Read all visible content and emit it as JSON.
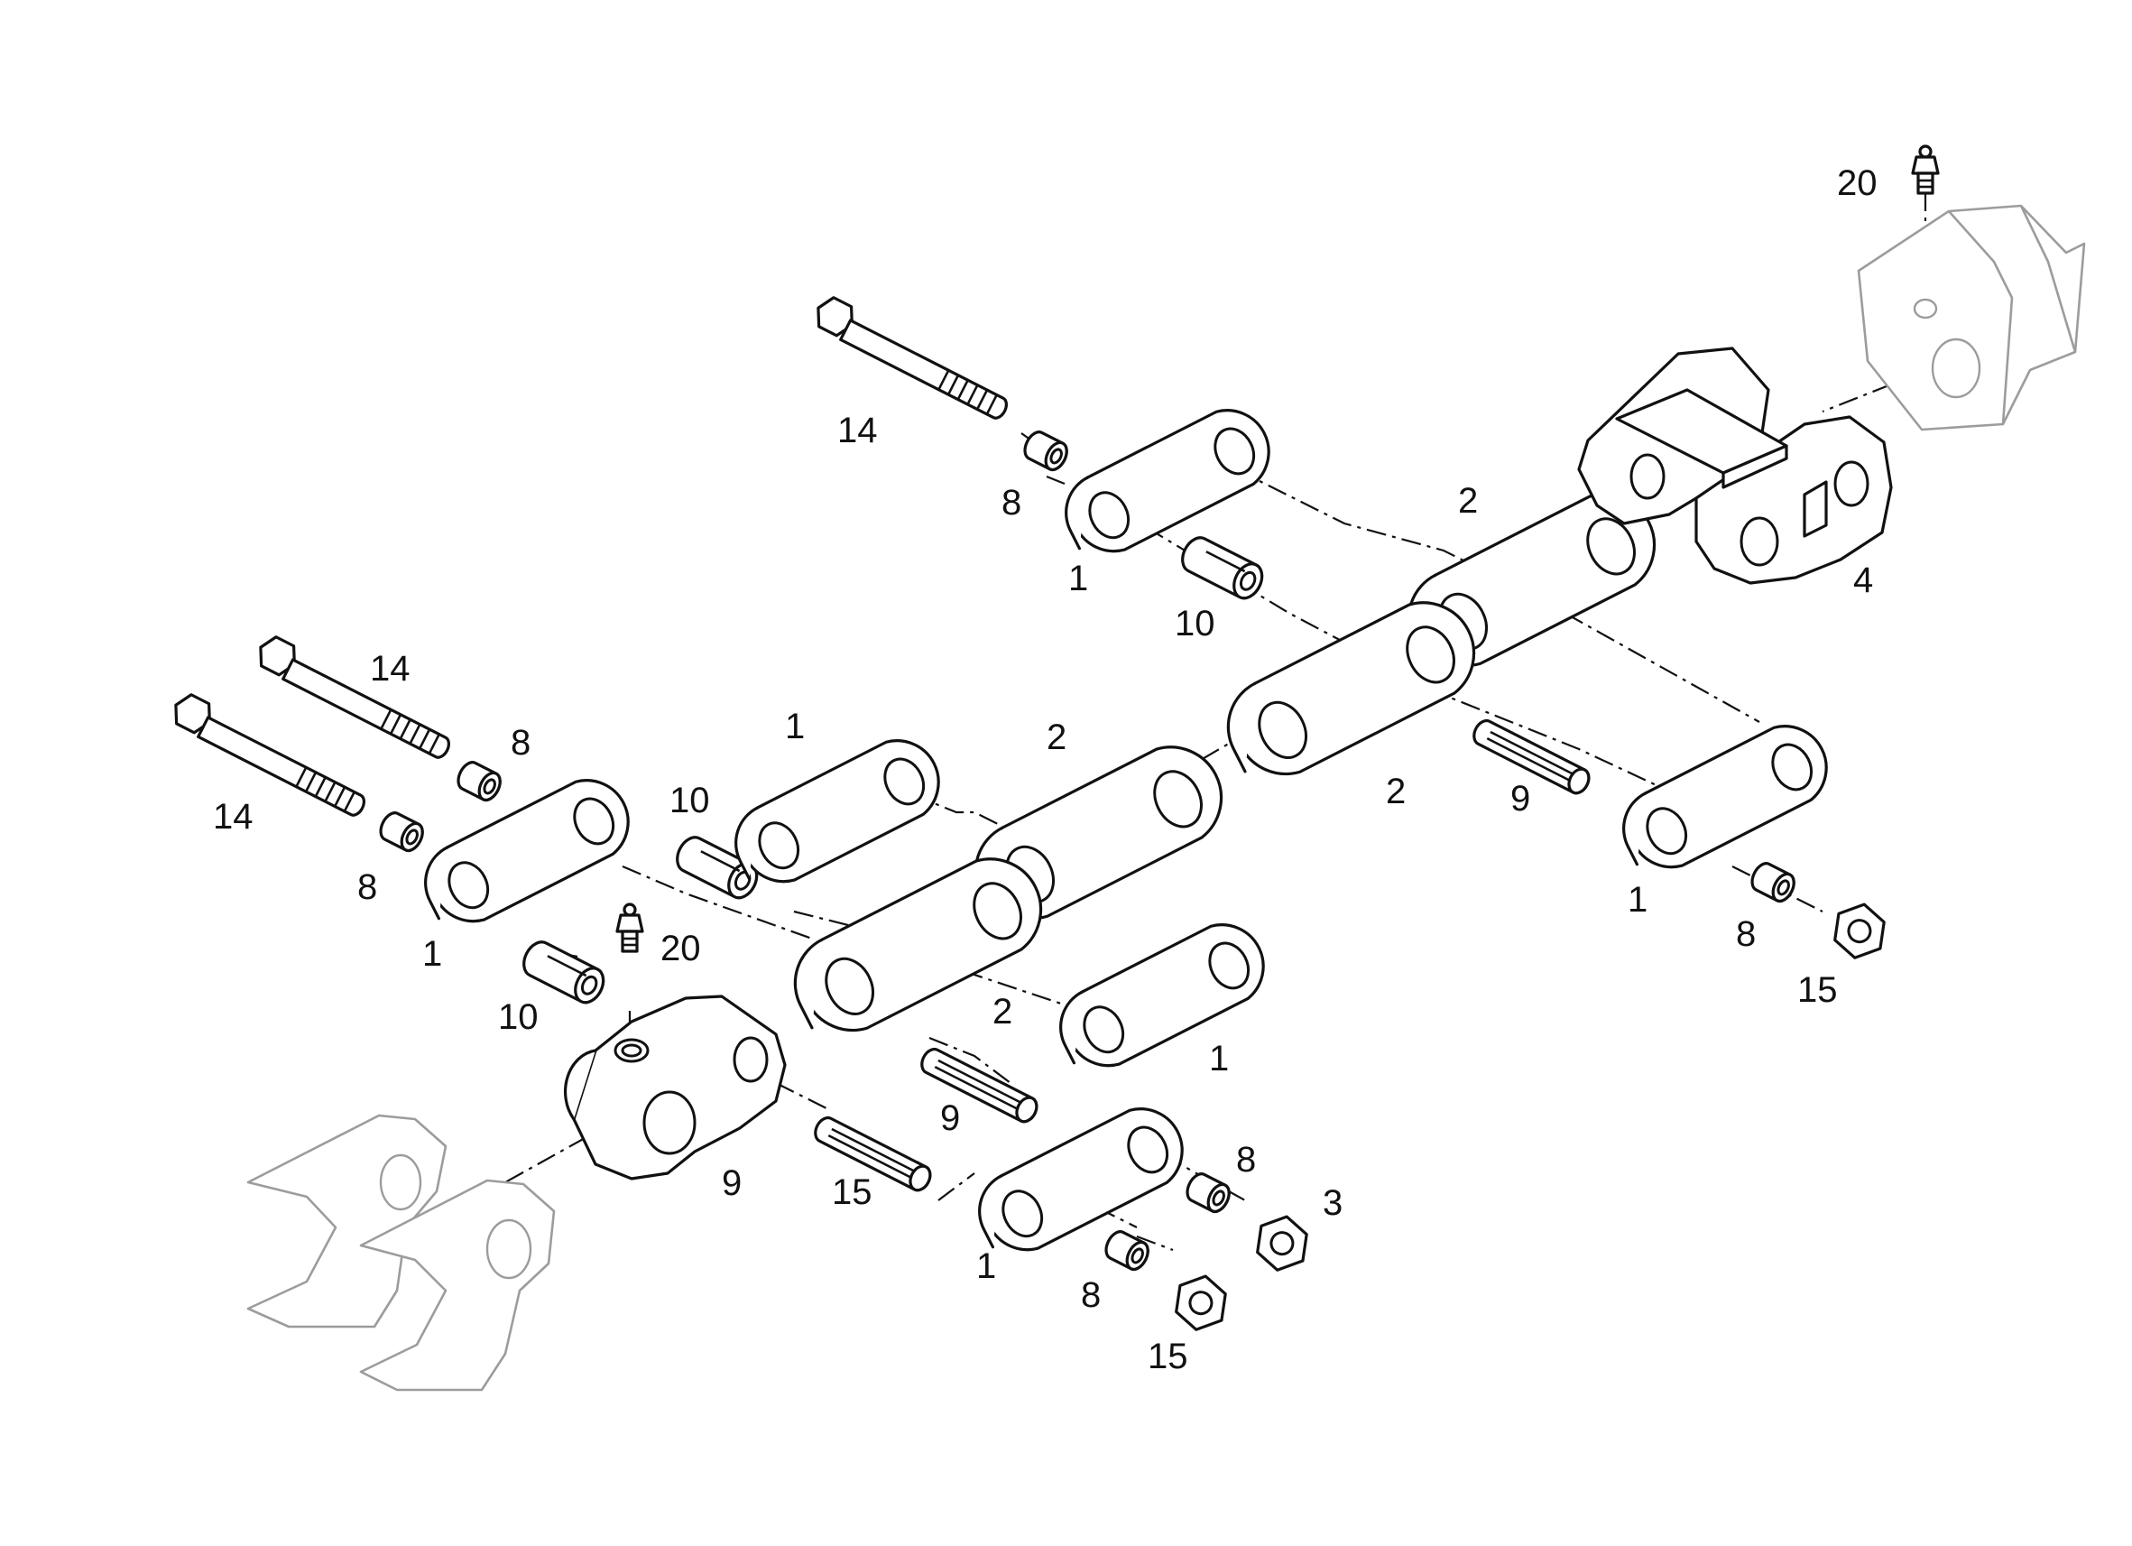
{
  "callouts": [
    {
      "id": "c1",
      "label": "20"
    },
    {
      "id": "c2",
      "label": "14"
    },
    {
      "id": "c3",
      "label": "8"
    },
    {
      "id": "c4",
      "label": "2"
    },
    {
      "id": "c5",
      "label": "1"
    },
    {
      "id": "c6",
      "label": "4"
    },
    {
      "id": "c7",
      "label": "10"
    },
    {
      "id": "c8",
      "label": "14"
    },
    {
      "id": "c9",
      "label": "8"
    },
    {
      "id": "c10",
      "label": "1"
    },
    {
      "id": "c11",
      "label": "2"
    },
    {
      "id": "c12",
      "label": "2"
    },
    {
      "id": "c13",
      "label": "9"
    },
    {
      "id": "c14",
      "label": "14"
    },
    {
      "id": "c15",
      "label": "10"
    },
    {
      "id": "c16",
      "label": "8"
    },
    {
      "id": "c17",
      "label": "1"
    },
    {
      "id": "c18",
      "label": "8"
    },
    {
      "id": "c19",
      "label": "20"
    },
    {
      "id": "c20",
      "label": "1"
    },
    {
      "id": "c21",
      "label": "15"
    },
    {
      "id": "c22",
      "label": "10"
    },
    {
      "id": "c23",
      "label": "2"
    },
    {
      "id": "c24",
      "label": "1"
    },
    {
      "id": "c25",
      "label": "9"
    },
    {
      "id": "c26",
      "label": "8"
    },
    {
      "id": "c27",
      "label": "3"
    },
    {
      "id": "c28",
      "label": "9"
    },
    {
      "id": "c29",
      "label": "15"
    },
    {
      "id": "c30",
      "label": "1"
    },
    {
      "id": "c31",
      "label": "8"
    },
    {
      "id": "c32",
      "label": "15"
    }
  ]
}
